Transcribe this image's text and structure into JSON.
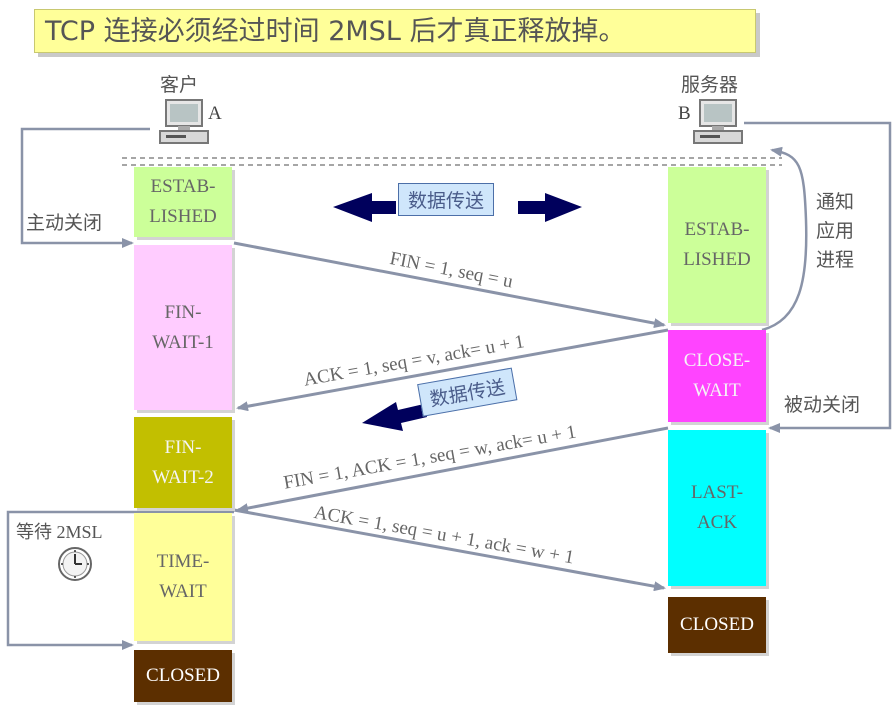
{
  "title": "TCP 连接必须经过时间 2MSL 后才真正释放掉。",
  "client": {
    "label": "客户",
    "tag": "A"
  },
  "server": {
    "label": "服务器",
    "tag": "B"
  },
  "client_states": [
    "ESTAB-\nLISHED",
    "FIN-\nWAIT-1",
    "FIN-\nWAIT-2",
    "TIME-\nWAIT",
    "CLOSED"
  ],
  "server_states": [
    "ESTAB-\nLISHED",
    "CLOSE-\nWAIT",
    "LAST-\nACK",
    "CLOSED"
  ],
  "annotations": {
    "active_close": "主动关闭",
    "notify_app": "通知\n应用\n进程",
    "passive_close": "被动关闭",
    "wait_2msl": "等待 2MSL"
  },
  "data_transfer": "数据传送",
  "messages": [
    "FIN = 1, seq = u",
    "ACK = 1, seq = v, ack= u + 1",
    "FIN = 1, ACK = 1, seq = w, ack= u + 1",
    "ACK = 1, seq = u + 1, ack = w + 1"
  ],
  "colors": {
    "established": "#ccff99",
    "fin_wait_1": "#ffccff",
    "fin_wait_2": "#c2bf00",
    "time_wait": "#ffff99",
    "closed": "#5c2f00",
    "close_wait": "#ff44ff",
    "last_ack": "#00ffff",
    "arrow_navy": "#00005c",
    "line_gray": "#8a93a8"
  }
}
